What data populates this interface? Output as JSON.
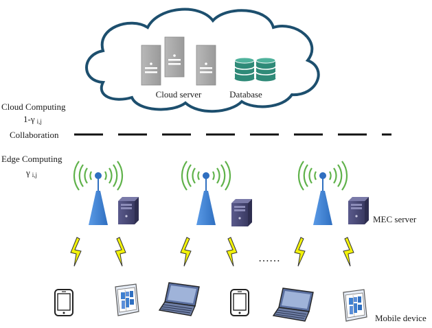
{
  "cloud": {
    "server_label": "Cloud server",
    "database_label": "Database"
  },
  "left_labels": {
    "cloud_computing": "Cloud Computing",
    "cloud_ratio_base": "1-γ",
    "cloud_ratio_sub": "i,j",
    "collaboration": "Collaboration",
    "edge_computing": "Edge Computing",
    "edge_ratio_base": "γ",
    "edge_ratio_sub": "i,j"
  },
  "edge": {
    "mec_server_label": "MEC server",
    "ellipsis": "……",
    "mobile_device_label": "Mobile device"
  },
  "icons": {
    "cloud": "cloud-icon",
    "server": "cloud-server-icon",
    "database": "database-icon",
    "tower": "antenna-tower-icon",
    "mec": "mec-server-icon",
    "signal": "lightning-signal-icon",
    "phone": "smartphone-icon",
    "tablet": "tablet-icon",
    "laptop": "laptop-icon"
  },
  "colors": {
    "tower_blue": "#3d7fd1",
    "signal_green": "#5fb24a",
    "lightning_yellow": "#f2f20a",
    "database_teal": "#2f8a78",
    "server_gray": "#a6a6a6",
    "mec_purple": "#4a4a7a"
  }
}
